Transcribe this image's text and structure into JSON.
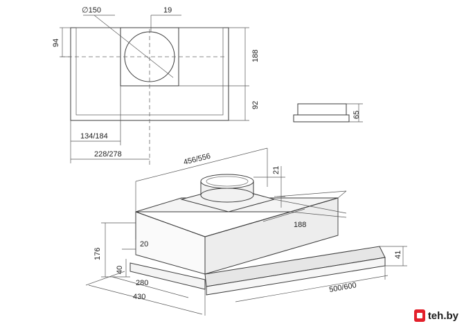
{
  "dimensions": {
    "duct_diameter": "∅150",
    "duct_offset": "19",
    "top_left_height": "94",
    "top_height_upper": "188",
    "top_height_lower": "92",
    "width_134_184": "134/184",
    "width_228_278": "228/278",
    "side_height": "65",
    "iso_width_top": "456/556",
    "iso_collar_height": "21",
    "iso_depth": "188",
    "iso_lip": "20",
    "iso_height": "176",
    "iso_front_height": "40",
    "iso_depth_280": "280",
    "iso_depth_430": "430",
    "iso_width_bottom": "500/600",
    "iso_panel_height": "41"
  },
  "watermark": {
    "text": "teh.by",
    "icon": "brand-logo-icon"
  }
}
